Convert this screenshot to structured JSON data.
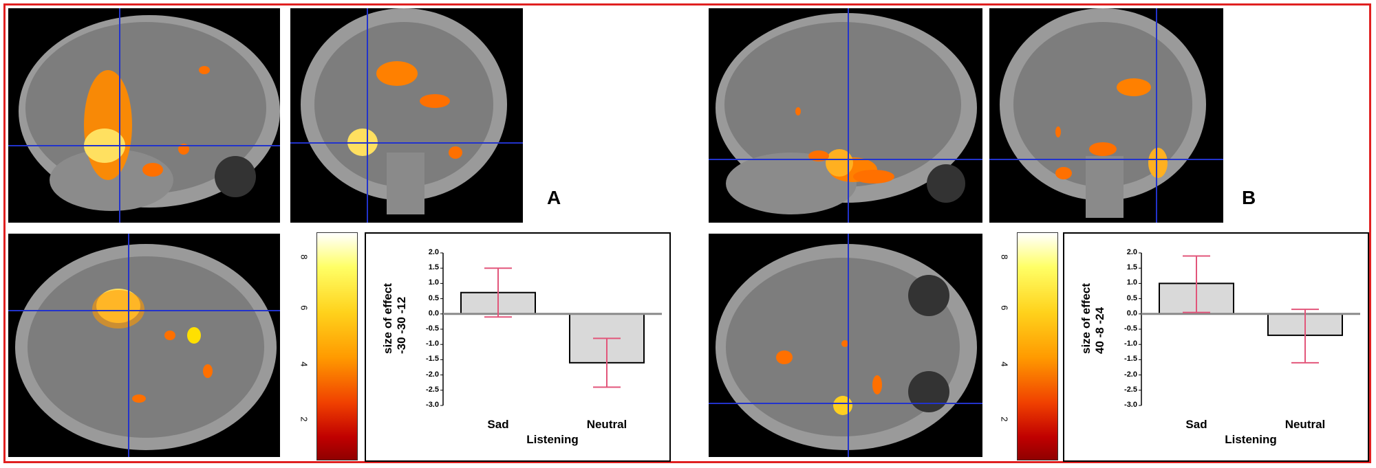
{
  "panels": [
    {
      "letter": "A",
      "colorbar_ticks": [
        "8",
        "6",
        "4",
        "2"
      ],
      "chart_data": {
        "type": "bar",
        "categories": [
          "Sad",
          "Neutral"
        ],
        "values": [
          0.7,
          -1.6
        ],
        "error_low": [
          -0.1,
          -2.4
        ],
        "error_high": [
          1.5,
          -0.8
        ],
        "ylabel_line1": "size of effect",
        "ylabel_line2": "-30  -30  -12",
        "xlabel": "Listening",
        "ylim": [
          -3.0,
          2.0
        ],
        "yticks": [
          "2.0",
          "1.5",
          "1.0",
          "0.5",
          "0.0",
          "-0.5",
          "-1.0",
          "-1.5",
          "-2.0",
          "-2.5",
          "-3.0"
        ],
        "bar_color": "#d9d9d9",
        "error_color": "#e2557a"
      }
    },
    {
      "letter": "B",
      "colorbar_ticks": [
        "8",
        "6",
        "4",
        "2"
      ],
      "chart_data": {
        "type": "bar",
        "categories": [
          "Sad",
          "Neutral"
        ],
        "values": [
          1.0,
          -0.7
        ],
        "error_low": [
          0.05,
          -1.6
        ],
        "error_high": [
          1.9,
          0.15
        ],
        "ylabel_line1": "size of effect",
        "ylabel_line2": "40  -8  -24",
        "xlabel": "Listening",
        "ylim": [
          -3.0,
          2.0
        ],
        "yticks": [
          "2.0",
          "1.5",
          "1.0",
          "0.5",
          "0.0",
          "-0.5",
          "-1.0",
          "-1.5",
          "-2.0",
          "-2.5",
          "-3.0"
        ],
        "bar_color": "#d9d9d9",
        "error_color": "#e2557a"
      }
    }
  ],
  "colors": {
    "frame": "#e02020",
    "crosshair": "#2233cc",
    "activation": "#ff8800"
  }
}
